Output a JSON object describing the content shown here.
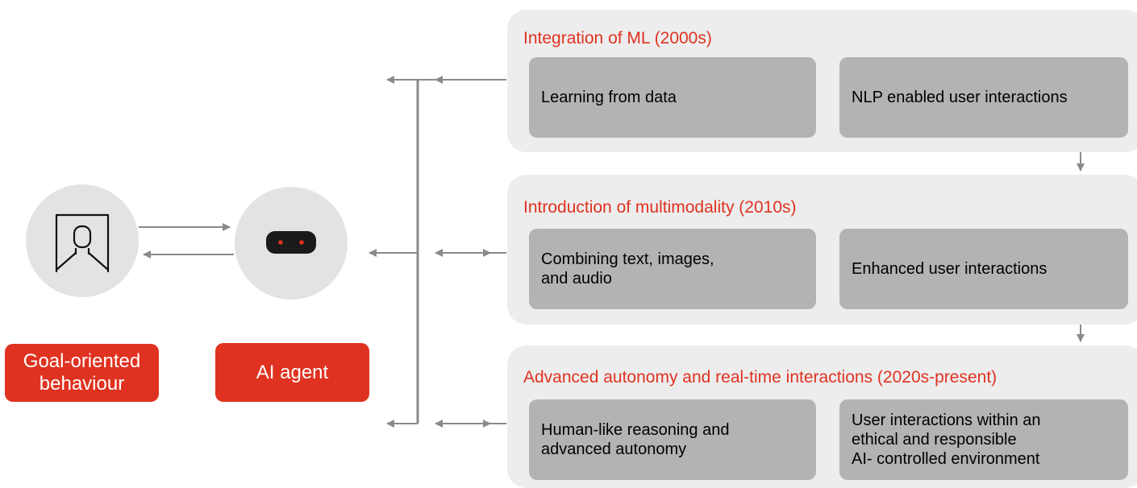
{
  "colors": {
    "accent": "#e03220",
    "panel": "#ededed",
    "card": "#b3b3b3",
    "circle": "#e3e3e3",
    "connector": "#8a8a8a"
  },
  "actors": {
    "human": {
      "icon": "person-frame-icon",
      "label_lines": [
        "Goal-oriented",
        "behaviour"
      ]
    },
    "agent": {
      "icon": "robot-face-icon",
      "label": "AI agent"
    }
  },
  "eras": [
    {
      "title": "Integration of ML (2000s)",
      "cards": [
        {
          "lines": [
            "Learning from data"
          ]
        },
        {
          "lines": [
            "NLP enabled user interactions"
          ]
        }
      ]
    },
    {
      "title": "Introduction of multimodality (2010s)",
      "cards": [
        {
          "lines": [
            "Combining text, images,",
            "and audio"
          ]
        },
        {
          "lines": [
            "Enhanced user interactions"
          ]
        }
      ]
    },
    {
      "title": "Advanced autonomy and real-time interactions (2020s-present)",
      "cards": [
        {
          "lines": [
            "Human-like reasoning and",
            "advanced autonomy"
          ]
        },
        {
          "lines": [
            "User interactions within an",
            "ethical and responsible",
            "AI- controlled environment"
          ]
        }
      ]
    }
  ]
}
